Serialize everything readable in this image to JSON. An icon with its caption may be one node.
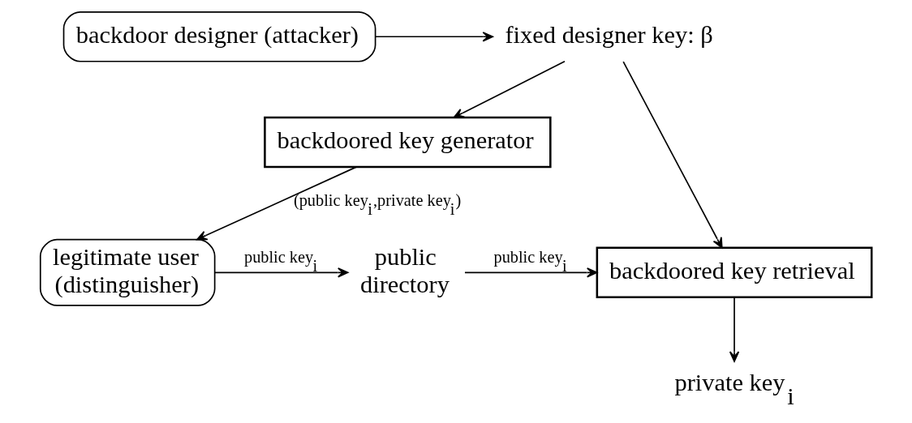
{
  "diagram": {
    "nodes": [
      {
        "text": [
          "backdoor designer (attacker)"
        ]
      },
      {
        "text": [
          "fixed designer key: β"
        ]
      },
      {
        "text": [
          "backdoored key generator"
        ]
      },
      {
        "text": [
          "legitimate user (distinguisher)"
        ]
      },
      {
        "text": [
          "public directory"
        ]
      },
      {
        "text": [
          "backdoored key retrieval"
        ]
      },
      {
        "text": [
          "private key$_{i}$"
        ]
      }
    ],
    "edges": [
      {
        "from": 0,
        "to": 1,
        "arrow": "to"
      },
      {
        "from": 1,
        "to": 2,
        "arrow": "to"
      },
      {
        "from": 1,
        "to": 5,
        "arrow": "to"
      },
      {
        "from": 2,
        "to": 3,
        "arrow": "to",
        "label": "(public key$_{i}$,private key$_{i}$)"
      },
      {
        "from": 3,
        "to": 4,
        "arrow": "to",
        "label": "public key$_{i}$"
      },
      {
        "from": 4,
        "to": 5,
        "arrow": "to",
        "label": "public key$_{i}$"
      },
      {
        "from": 5,
        "to": 6,
        "arrow": "to"
      }
    ]
  }
}
